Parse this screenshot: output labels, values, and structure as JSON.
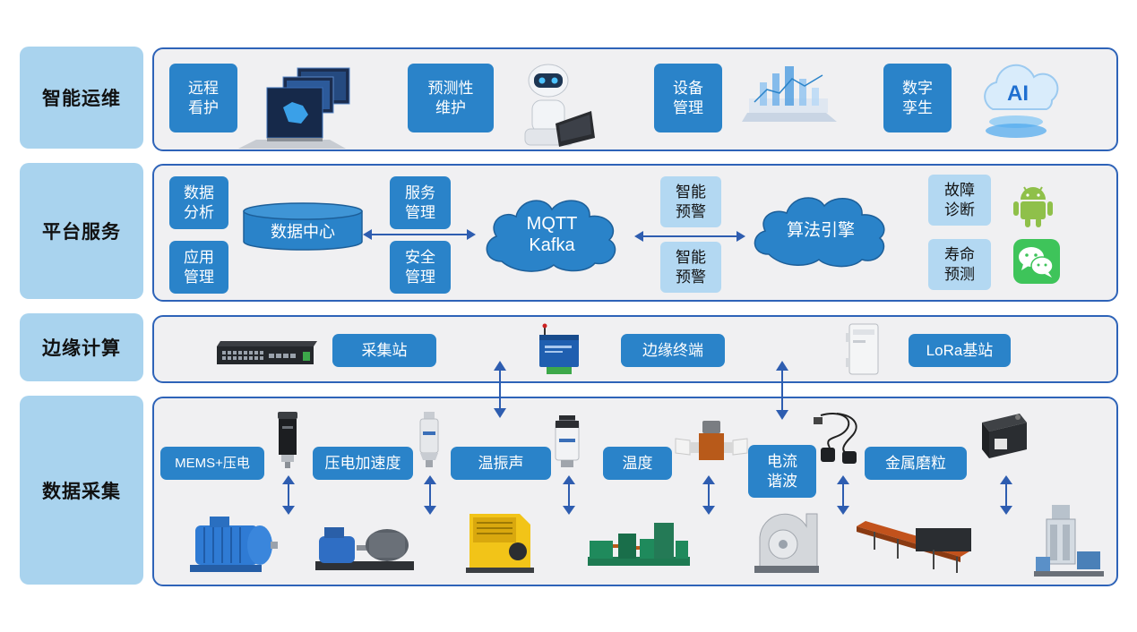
{
  "layers": {
    "ops": "智能运维",
    "platform": "平台服务",
    "edge": "边缘计算",
    "collect": "数据采集"
  },
  "ops": {
    "remote_care": "远程\n看护",
    "predictive": "预测性\n维护",
    "device_mgmt": "设备\n管理",
    "digital_twin": "数字\n孪生"
  },
  "platform": {
    "data_analysis": "数据\n分析",
    "app_mgmt": "应用\n管理",
    "data_center": "数据中心",
    "service_mgmt": "服务\n管理",
    "security_mgmt": "安全\n管理",
    "mqtt_line1": "MQTT",
    "mqtt_line2": "Kafka",
    "smart_alert_1": "智能\n预警",
    "smart_alert_2": "智能\n预警",
    "algorithm_engine": "算法引擎",
    "fault_diagnosis": "故障\n诊断",
    "life_prediction": "寿命\n预测"
  },
  "edge": {
    "station": "采集站",
    "terminal": "边缘终端",
    "lora": "LoRa基站"
  },
  "collect": {
    "mems": "MEMS+压电",
    "piezo": "压电加速度",
    "temp_vib_sound": "温振声",
    "temperature": "温度",
    "current_harmonic": "电流\n谐波",
    "metal_particle": "金属磨粒"
  },
  "icons": {
    "ai_badge": "AI",
    "accent": "#2a83c9",
    "label_bg": "#a9d3ee",
    "border": "#2e63b8"
  }
}
